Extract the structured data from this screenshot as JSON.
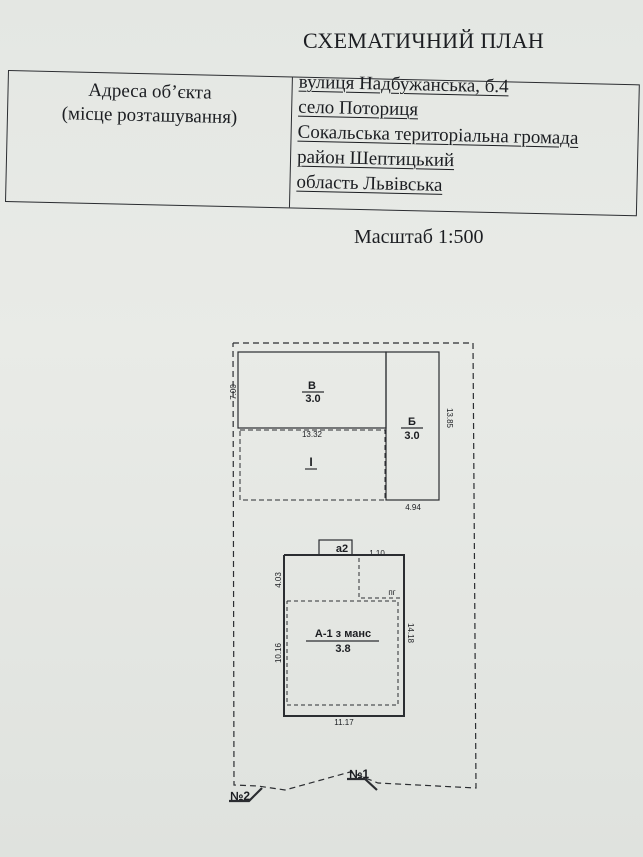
{
  "title": "СХЕМАТИЧНИЙ ПЛАН",
  "address_table": {
    "label_line1": "Адреса об’єкта",
    "label_line2": "(місце розташування)",
    "lines": [
      "вулиця Надбужанська, б.4",
      "село Поториця",
      "Сокальська територіальна громада",
      "район  Шептицький",
      "область Львівська"
    ]
  },
  "scale_text": "Масштаб 1:500",
  "plan": {
    "building_v": {
      "letter": "В",
      "height": "3.0",
      "side": "7.00",
      "width": "13.32"
    },
    "building_b": {
      "letter": "Б",
      "height": "3.0",
      "width": "4.94",
      "length": "13.85"
    },
    "area_i": {
      "label": "I"
    },
    "annex_a2": {
      "label": "а2",
      "dim": "1.10"
    },
    "building_a1": {
      "label": "А-1 з манс",
      "height": "3.8",
      "dim_top_left": "4.03",
      "dim_left": "10.16",
      "dim_right": "14.18",
      "dim_bottom": "11.17",
      "porch": "пг"
    },
    "marker_1": "№1",
    "marker_2": "№2"
  }
}
